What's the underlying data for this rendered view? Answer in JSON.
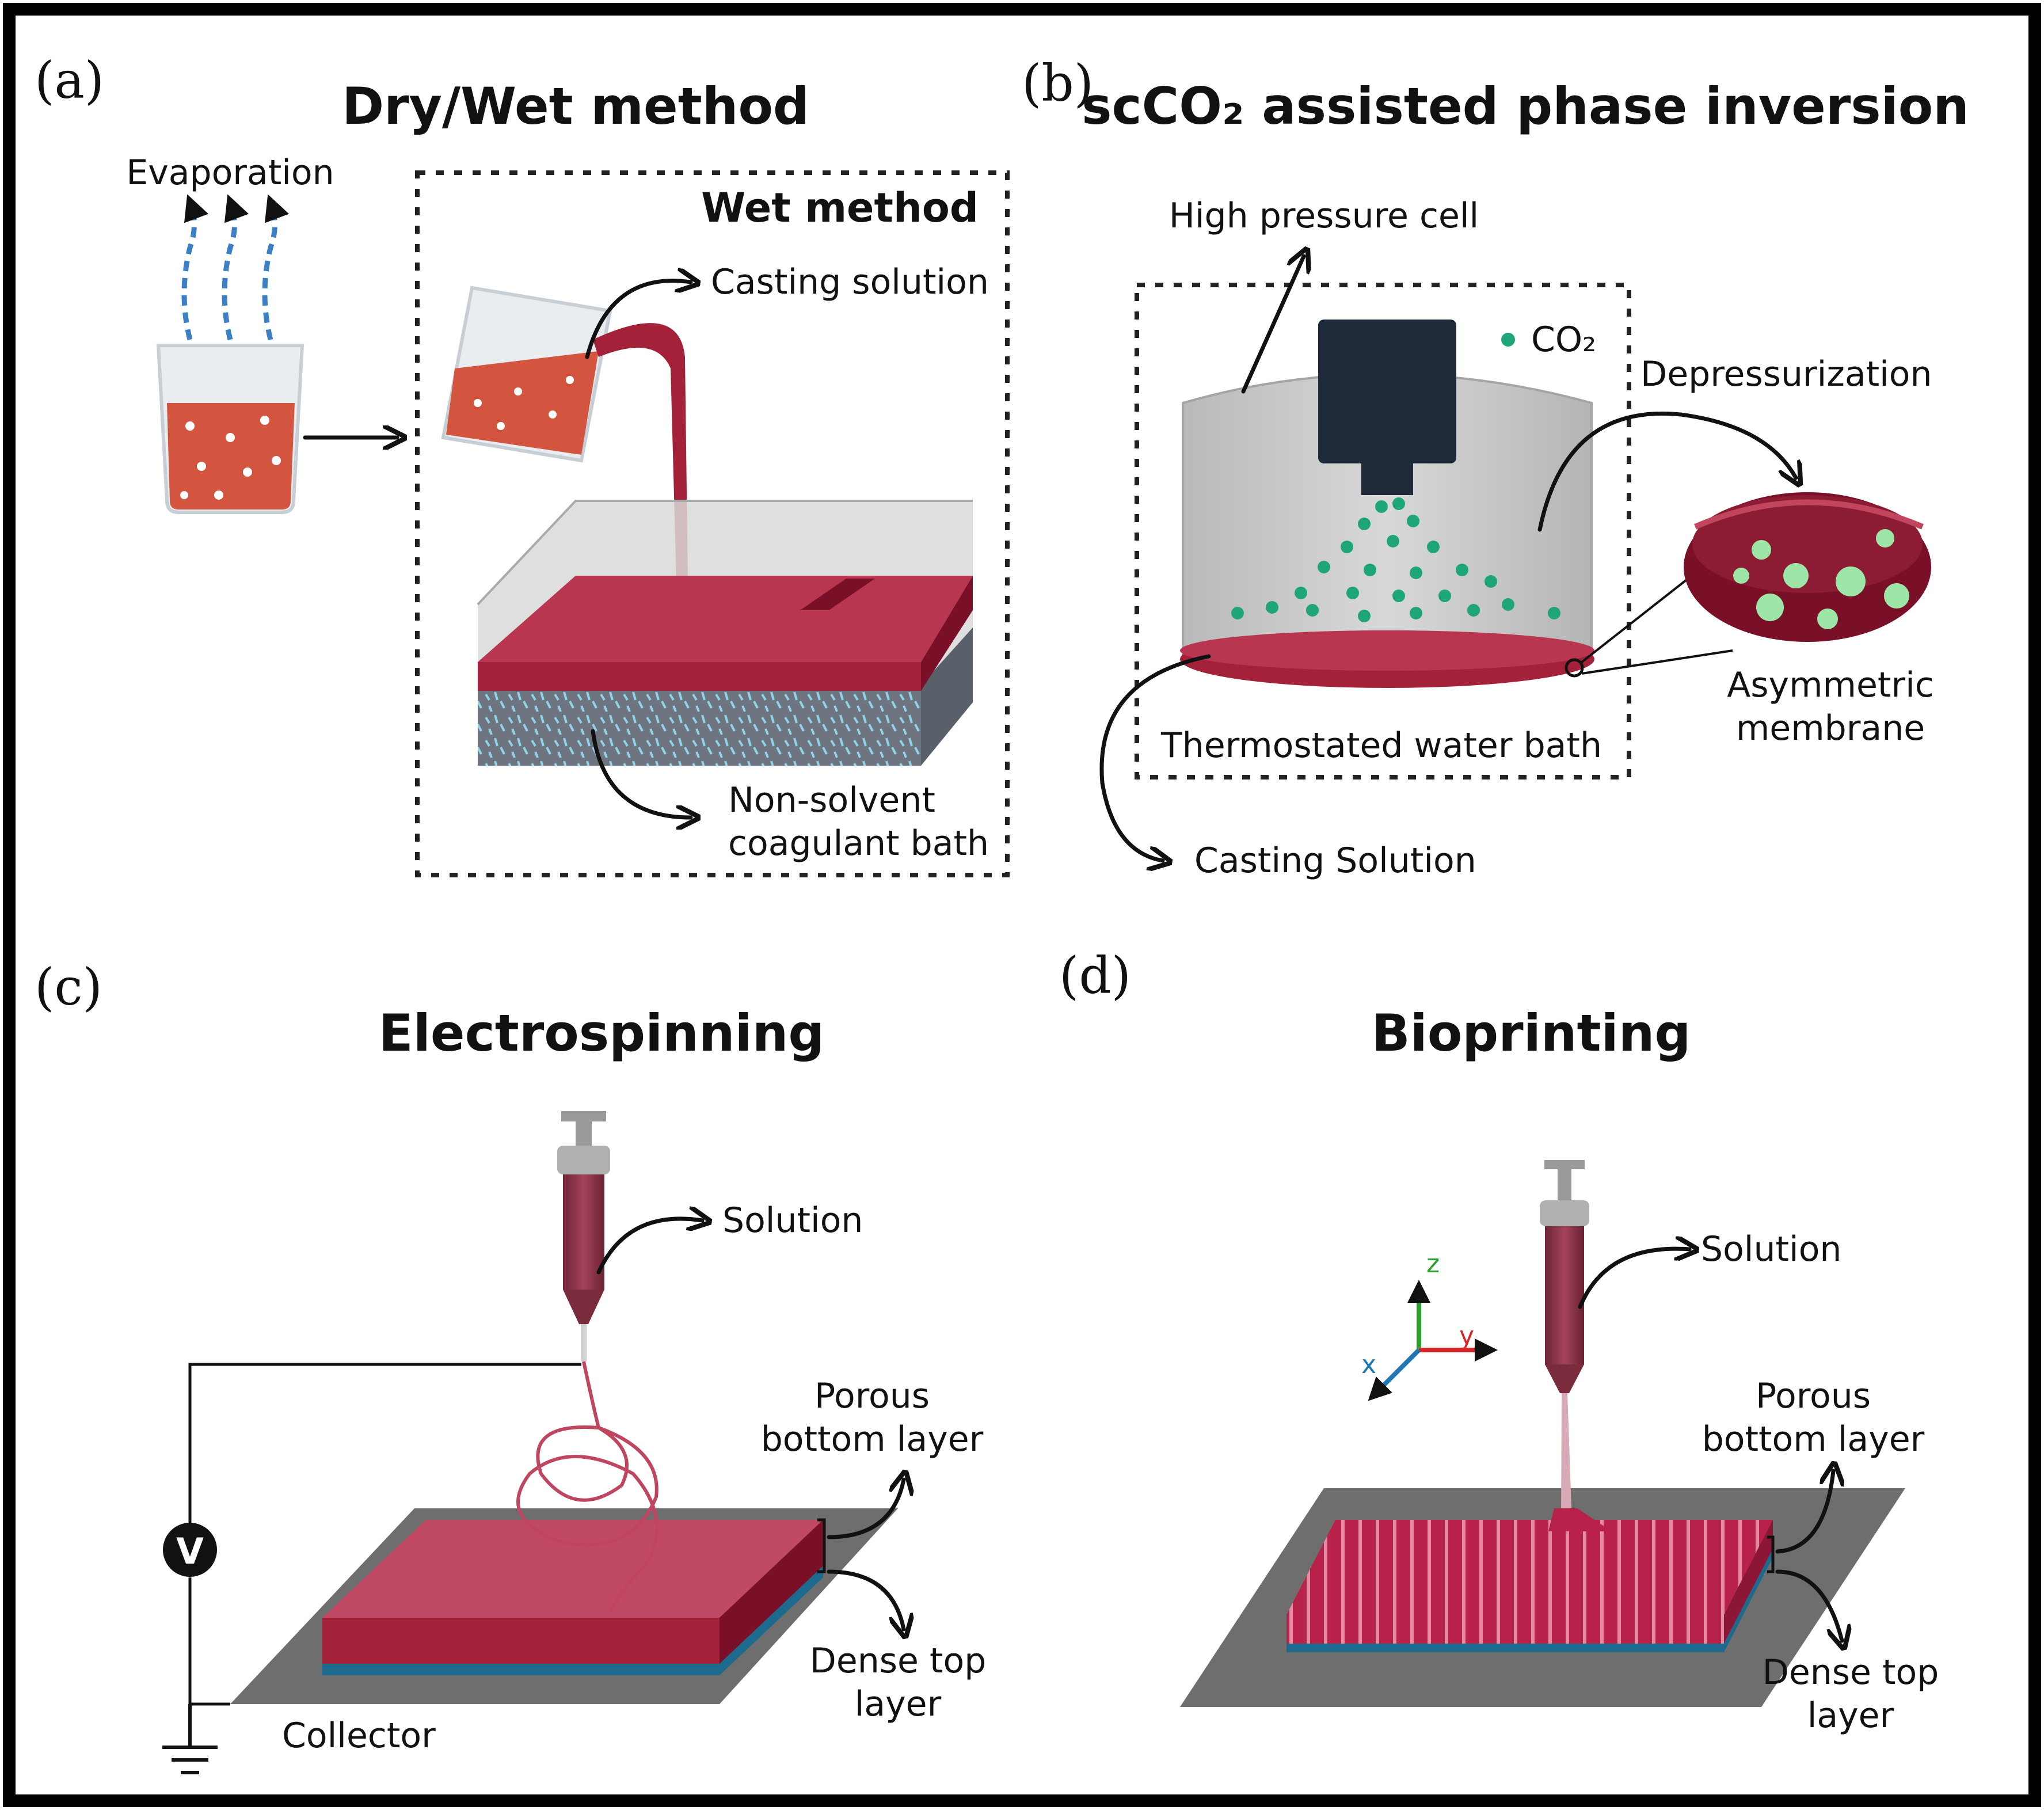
{
  "panels": {
    "a": {
      "letter": "(a)",
      "title": "Dry/Wet method",
      "subtitle": "Wet method",
      "evaporation": "Evaporation",
      "casting": "Casting solution",
      "bath_line1": "Non-solvent",
      "bath_line2": "coagulant bath"
    },
    "b": {
      "letter": "(b)",
      "title": "scCO₂ assisted phase inversion",
      "cell": "High pressure cell",
      "co2": "CO₂",
      "depress": "Depressurization",
      "bath": "Thermostated water bath",
      "asym_line1": "Asymmetric",
      "asym_line2": "membrane",
      "casting": "Casting Solution"
    },
    "c": {
      "letter": "(c)",
      "title": "Electrospinning",
      "solution": "Solution",
      "porous_line1": "Porous",
      "porous_line2": "bottom layer",
      "dense_line1": "Dense top",
      "dense_line2": "layer",
      "collector": "Collector",
      "volt": "V"
    },
    "d": {
      "letter": "(d)",
      "title": "Bioprinting",
      "solution": "Solution",
      "porous_line1": "Porous",
      "porous_line2": "bottom layer",
      "dense_line1": "Dense top",
      "dense_line2": "layer",
      "axis_x": "x",
      "axis_y": "y",
      "axis_z": "z"
    }
  },
  "colors": {
    "membrane": "#a3223a",
    "membrane_dark": "#7a1028",
    "beaker_fill": "#d4553f",
    "co2": "#1fa57a",
    "bubble": "#9ee6a8",
    "dense_layer": "#1d6a8f",
    "plate": "#6e6e6e",
    "cell": "#c9c9c9",
    "nozzle": "#1e2a3a",
    "axis_x": "#1f77b4",
    "axis_y": "#d62728",
    "axis_z": "#2ca02c"
  }
}
